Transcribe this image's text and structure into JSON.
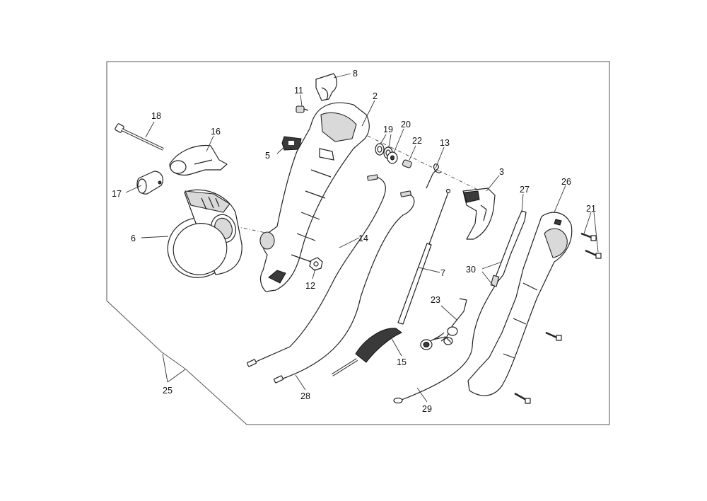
{
  "callouts": {
    "c2": "2",
    "c3": "3",
    "c5": "5",
    "c6": "6",
    "c7": "7",
    "c8": "8",
    "c11": "11",
    "c12": "12",
    "c13": "13",
    "c14": "14",
    "c15": "15",
    "c16": "16",
    "c17": "17",
    "c18": "18",
    "c19": "19",
    "c20": "20",
    "c21": "21",
    "c22": "22",
    "c23": "23",
    "c25": "25",
    "c26": "26",
    "c27": "27",
    "c28": "28",
    "c29": "29",
    "c30": "30"
  }
}
